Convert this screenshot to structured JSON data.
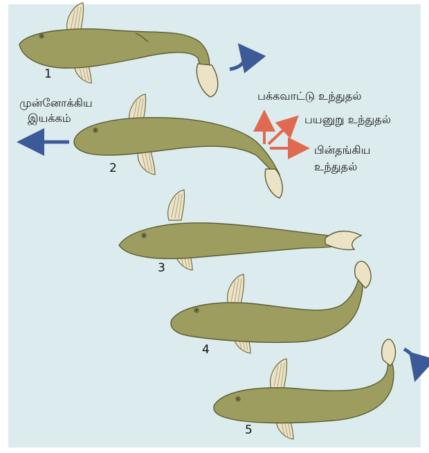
{
  "figure": {
    "background": "#dcebee",
    "fish_color": "#9c9d5f",
    "fin_color": "#ece3c6",
    "arrow_blue": "#3d5a98",
    "arrow_red": "#e06a50",
    "positions": [
      "1",
      "2",
      "3",
      "4",
      "5"
    ],
    "labels": {
      "forward_motion_line1": "முன்னோக்கிய",
      "forward_motion_line2": "இயக்கம்",
      "lateral_thrust": "பக்கவாட்டு உந்துதல்",
      "effective_thrust": "பயனுறு உந்துதல்",
      "backward_thrust_line1": "பின்தங்கிய",
      "backward_thrust_line2": "உந்துதல்"
    }
  }
}
